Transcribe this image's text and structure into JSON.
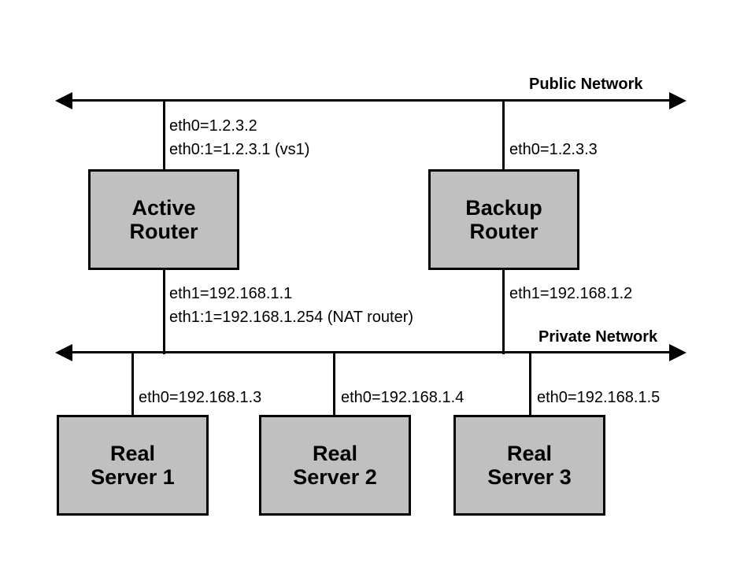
{
  "diagram": {
    "type": "network-topology",
    "colors": {
      "box_fill": "#c0c0c0",
      "line": "#000000",
      "background": "#ffffff"
    },
    "networks": [
      {
        "id": "public",
        "label": "Public Network"
      },
      {
        "id": "private",
        "label": "Private Network"
      }
    ],
    "routers": [
      {
        "id": "active-router",
        "title_line1": "Active",
        "title_line2": "Router",
        "public_ifaces": [
          "eth0=1.2.3.2",
          "eth0:1=1.2.3.1 (vs1)"
        ],
        "private_ifaces": [
          "eth1=192.168.1.1",
          "eth1:1=192.168.1.254 (NAT router)"
        ]
      },
      {
        "id": "backup-router",
        "title_line1": "Backup",
        "title_line2": "Router",
        "public_ifaces": [
          "eth0=1.2.3.3"
        ],
        "private_ifaces": [
          "eth1=192.168.1.2"
        ]
      }
    ],
    "servers": [
      {
        "id": "real-server-1",
        "title_line1": "Real",
        "title_line2": "Server 1",
        "iface": "eth0=192.168.1.3"
      },
      {
        "id": "real-server-2",
        "title_line1": "Real",
        "title_line2": "Server 2",
        "iface": "eth0=192.168.1.4"
      },
      {
        "id": "real-server-3",
        "title_line1": "Real",
        "title_line2": "Server 3",
        "iface": "eth0=192.168.1.5"
      }
    ]
  }
}
